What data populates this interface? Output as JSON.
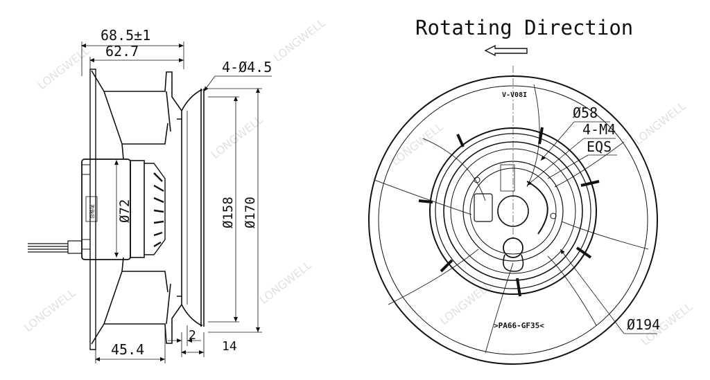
{
  "side_view": {
    "dim_overall_depth": "68.5±1",
    "dim_impeller_depth": "62.7",
    "dim_mounting_holes": "4-Ø4.5",
    "dim_motor_diameter": "Ø72",
    "dim_inlet_diameter": "Ø158",
    "dim_flange_diameter": "Ø170",
    "dim_motor_depth": "45.4",
    "dim_flange_thickness": "2",
    "dim_flange_offset": "14",
    "motor_label": "合格证"
  },
  "front_view": {
    "heading": "Rotating Direction",
    "dim_hub_diameter": "Ø58",
    "dim_threads": "4-M4",
    "dim_eqs": "EQS",
    "dim_outer_diameter": "Ø194",
    "material_mark": ">PA66-GF35<",
    "top_mark": "V-V08I"
  },
  "watermark": "LONGWELL",
  "colors": {
    "line": "#111111",
    "watermark": "#c9c9c9"
  },
  "icons": {
    "rotation_arrow": "left-arrow-icon"
  }
}
